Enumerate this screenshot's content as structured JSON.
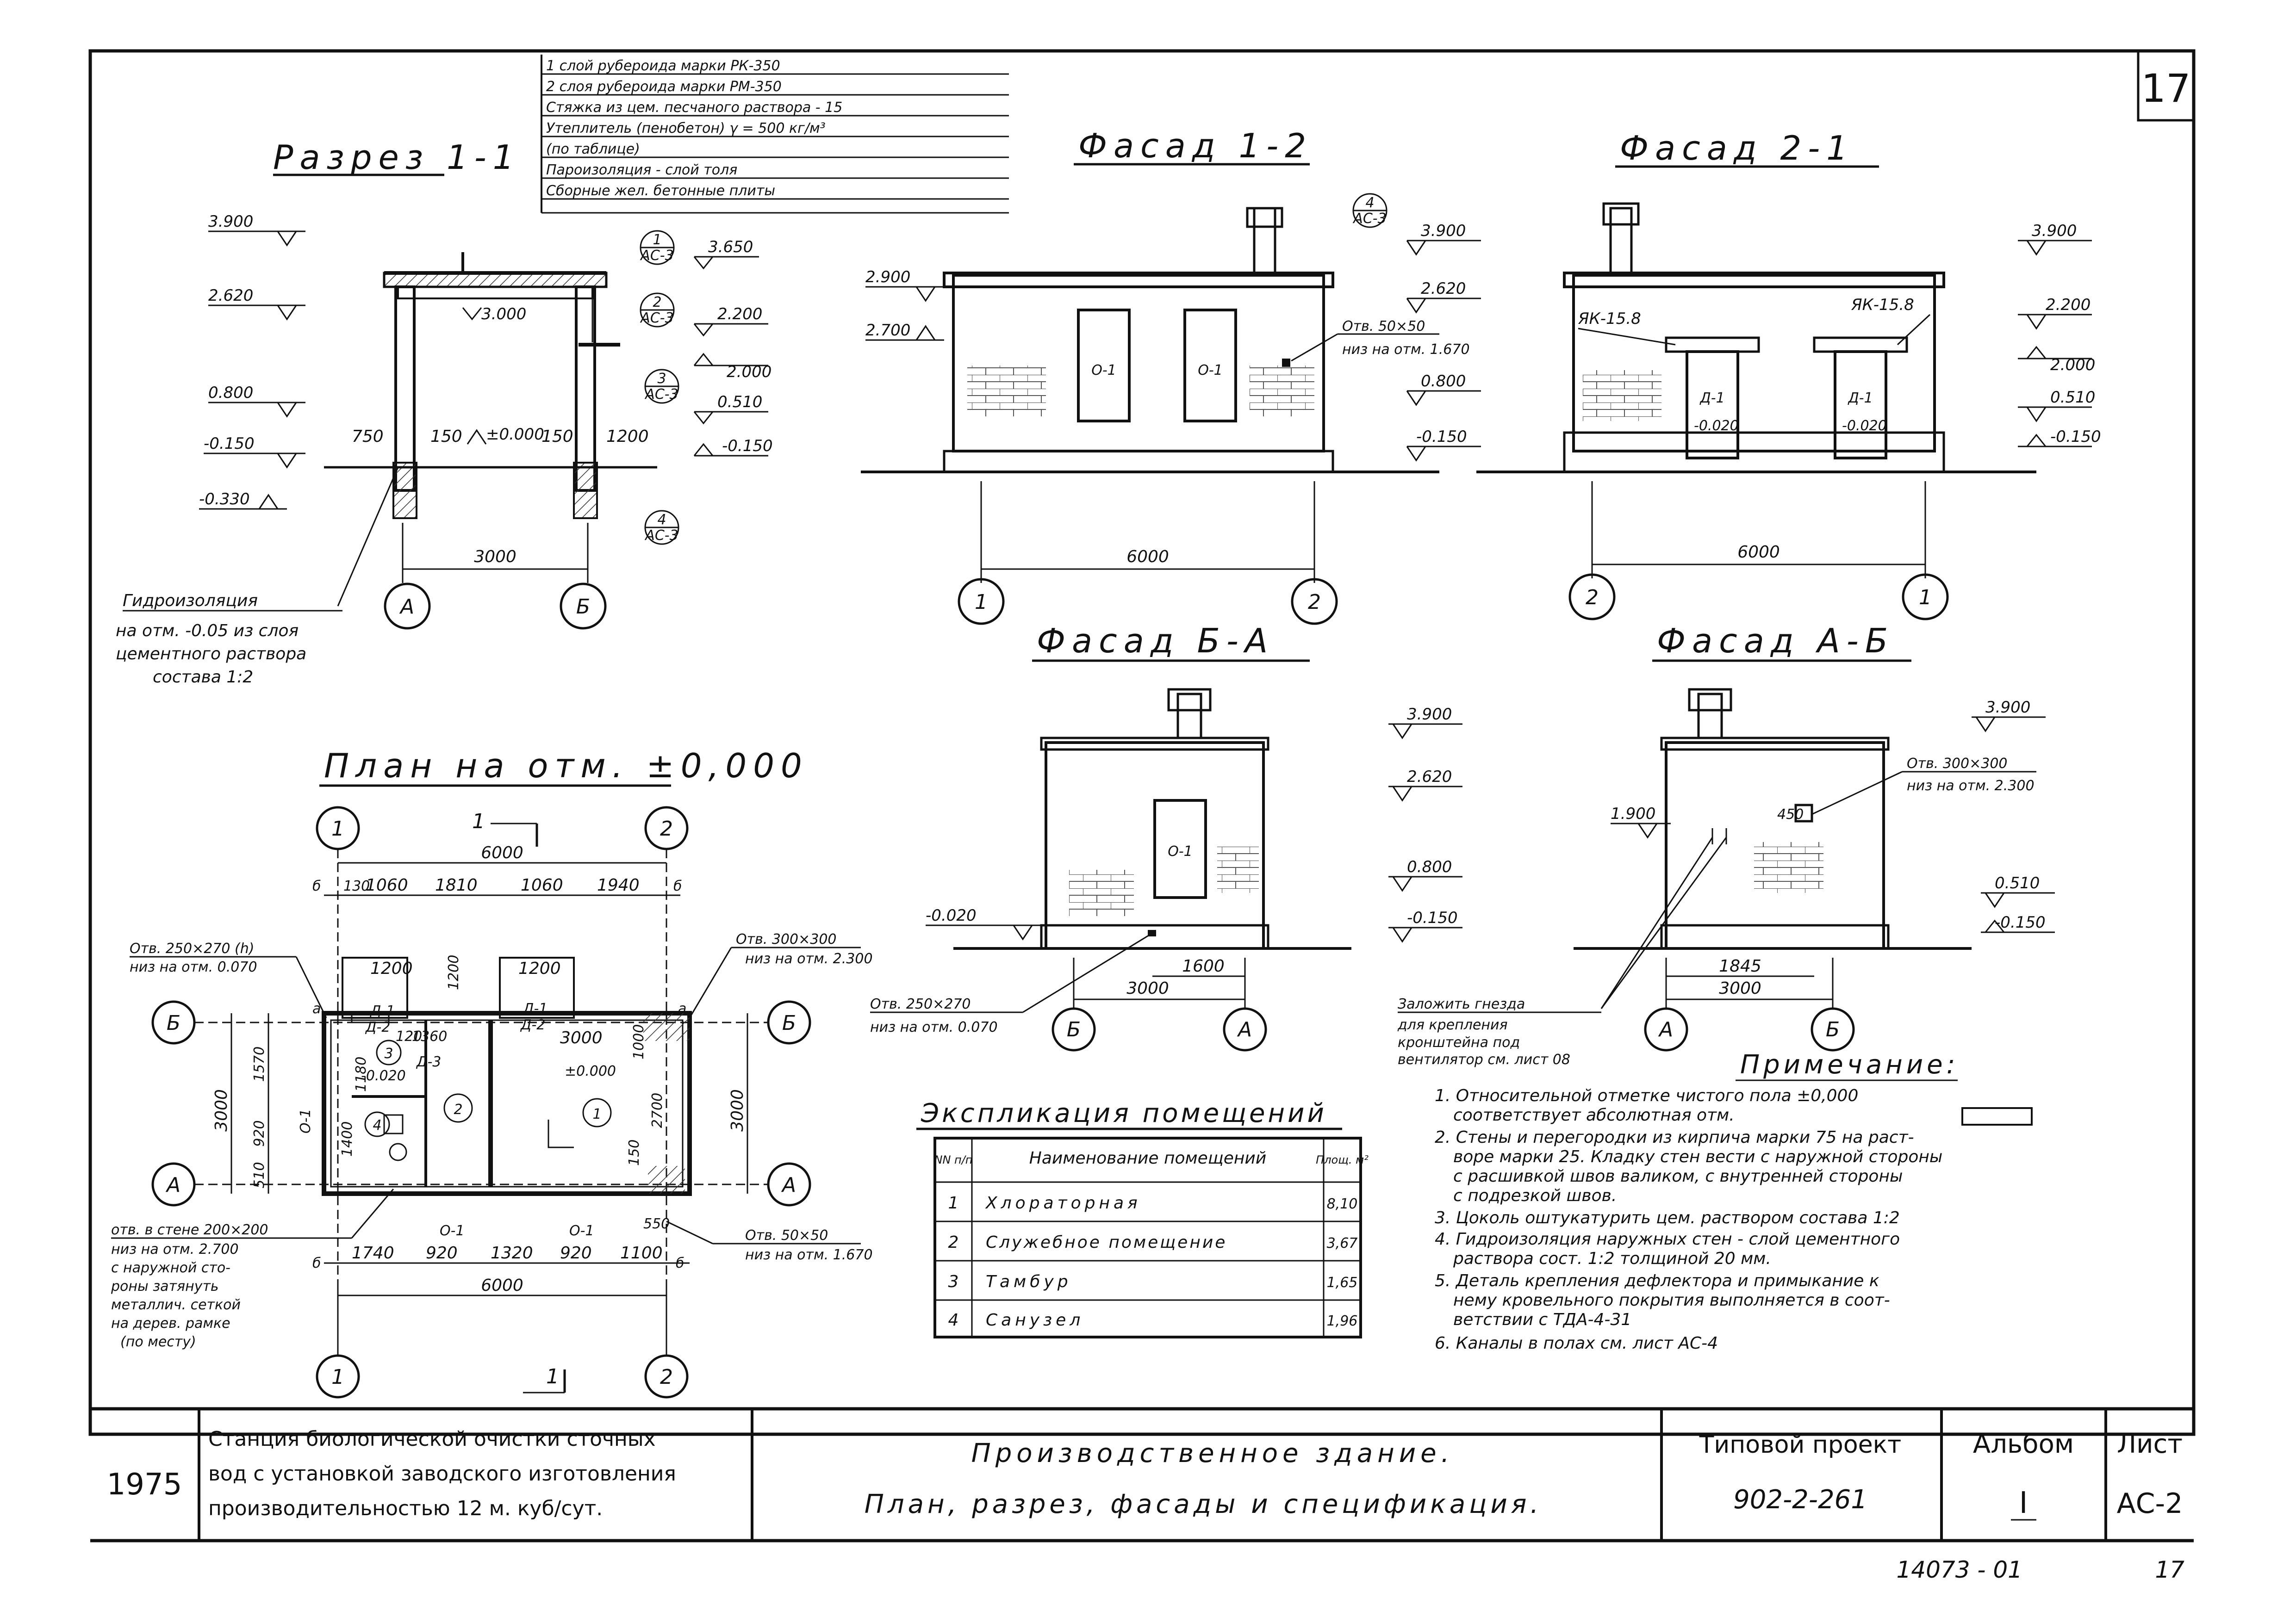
{
  "sheet": {
    "number_top": "17",
    "bottom_code": "14073 - 01",
    "bottom_page": "17"
  },
  "section_1_1": {
    "title": "Разрез 1-1",
    "roof_layers": [
      "1 слой рубероида марки РК-350",
      "2 слоя рубероида марки РМ-350",
      "Стяжка из цем. песчаного раствора - 15",
      "Утеплитель (пенобетон) γ = 500 кг/м³",
      "(по таблице)",
      "Пароизоляция - слой толя",
      "Сборные жел. бетонные плиты"
    ],
    "levels_left": [
      "3.900",
      "2.620",
      "0.800",
      "-0.150",
      "-0.330"
    ],
    "levels_right": [
      "3.650",
      "2.200",
      "2.000",
      "0.510",
      "-0.150"
    ],
    "inner_level": "3.000",
    "floor_level": "±0.000",
    "dims": [
      "750",
      "150",
      "150",
      "1200",
      "3000"
    ],
    "callouts": [
      {
        "num": "1",
        "sheet": "АС-3"
      },
      {
        "num": "2",
        "sheet": "АС-3"
      },
      {
        "num": "3",
        "sheet": "АС-3"
      },
      {
        "num": "4",
        "sheet": "АС-3"
      }
    ],
    "axes": [
      "А",
      "Б"
    ],
    "note_title": "Гидроизоляция",
    "note_lines": [
      "на отм. -0.05 из слоя",
      "цементного раствора",
      "состава 1:2"
    ]
  },
  "facade_1_2": {
    "title": "Фасад 1-2",
    "levels_left": [
      "2.900",
      "2.700"
    ],
    "levels_right": [
      "3.900",
      "2.620",
      "0.800",
      "-0.150"
    ],
    "opening_label": "Отв. 50×50",
    "opening_sub": "низ на отм. 1.670",
    "window_marks": [
      "О-1",
      "О-1"
    ],
    "callout": {
      "num": "4",
      "sheet": "АС-3"
    },
    "dim": "6000",
    "axes": [
      "1",
      "2"
    ]
  },
  "facade_2_1": {
    "title": "Фасад 2-1",
    "lintels": [
      "ЯК-15.8",
      "ЯК-15.8"
    ],
    "door_marks": [
      "Д-1",
      "Д-1"
    ],
    "door_levels": [
      "-0.020",
      "-0.020"
    ],
    "levels_right": [
      "3.900",
      "2.200",
      "2.000",
      "0.510",
      "-0.150"
    ],
    "dim": "6000",
    "axes": [
      "2",
      "1"
    ]
  },
  "facade_b_a": {
    "title": "Фасад Б-А",
    "levels_right": [
      "3.900",
      "2.620",
      "0.800",
      "-0.150"
    ],
    "level_left": "-0.020",
    "window_mark": "О-1",
    "opening_label": "Отв. 250×270",
    "opening_sub": "низ на отм. 0.070",
    "dims": [
      "1600",
      "3000"
    ],
    "axes": [
      "Б",
      "А"
    ]
  },
  "facade_a_b": {
    "title": "Фасад А-Б",
    "levels_right": [
      "3.900",
      "0.510",
      "-0.150"
    ],
    "level_left": "1.900",
    "dim_small": "450",
    "opening_label": "Отв. 300×300",
    "opening_sub": "низ на отм. 2.300",
    "dims": [
      "1845",
      "3000"
    ],
    "axes": [
      "А",
      "Б"
    ],
    "nest_note": [
      "Заложить гнезда",
      "для крепления",
      "кронштейна под",
      "вентилятор см. лист 08"
    ]
  },
  "plan": {
    "title": "План на отм. ±0,000",
    "cut_mark": "1",
    "top_total": "6000",
    "top_dims": [
      "130",
      "1060",
      "1810",
      "1060",
      "1940"
    ],
    "bottom_dims": [
      "1740",
      "920",
      "1320",
      "920",
      "1100"
    ],
    "bottom_total": "6000",
    "left_dims": [
      "1570",
      "920",
      "510"
    ],
    "left_total": "3000",
    "right_total": "3000",
    "right_dim": "2700",
    "inner_dims": [
      "1200",
      "1200",
      "1200",
      "1360",
      "3000",
      "1400",
      "1000",
      "1180",
      "150",
      "120",
      "550"
    ],
    "door_marks": [
      "Д-1",
      "Д-2",
      "Д-1",
      "Д-2",
      "Д-3"
    ],
    "window_marks": [
      "О-1",
      "О-1",
      "О-1"
    ],
    "room_nums": [
      "1",
      "2",
      "3",
      "4"
    ],
    "levels": [
      "±0.000",
      "-0.020"
    ],
    "edge_marks": [
      "б",
      "б",
      "а",
      "б",
      "а",
      "б"
    ],
    "axes_h": [
      "1",
      "2"
    ],
    "axes_v": [
      "Б",
      "А"
    ],
    "notes": [
      {
        "label": "Отв. 250×270 (h)",
        "sub": "низ на отм. 0.070"
      },
      {
        "label": "Отв. 300×300",
        "sub": "низ на отм. 2.300"
      },
      {
        "label": "Отв. 50×50",
        "sub": "низ на отм. 1.670"
      }
    ],
    "wall_note": [
      "отв. в стене 200×200",
      "низ на отм. 2.700",
      "с наружной сто-",
      "роны затянуть",
      "металлич. сеткой",
      "на дерев. рамке",
      "(по месту)"
    ]
  },
  "explication": {
    "title": "Экспликация помещений",
    "headers": [
      "NN п/п",
      "Наименование помещений",
      "Площ. м²"
    ],
    "rows": [
      {
        "n": "1",
        "name": "Хлораторная",
        "area": "8,10"
      },
      {
        "n": "2",
        "name": "Служебное помещение",
        "area": "3,67"
      },
      {
        "n": "3",
        "name": "Тамбур",
        "area": "1,65"
      },
      {
        "n": "4",
        "name": "Санузел",
        "area": "1,96"
      }
    ]
  },
  "notes": {
    "title": "Примечание:",
    "items": [
      "1. Относительной отметке чистого пола ±0,000",
      "соответствует абсолютная отм.",
      "2. Стены и перегородки из кирпича марки 75 на раст-",
      "воре марки 25. Кладку стен вести с наружной стороны",
      "с расшивкой швов валиком, с внутренней стороны",
      "с подрезкой швов.",
      "3. Цоколь оштукатурить цем. раствором состава 1:2",
      "4. Гидроизоляция наружных стен - слой цементного",
      "раствора сост. 1:2 толщиной 20 мм.",
      "5. Деталь крепления дефлектора и примыкание к",
      "нему кровельного покрытия выполняется в соот-",
      "ветствии с ТДА-4-31",
      "6. Каналы в полах см. лист АС-4"
    ]
  },
  "stamp": {
    "year": "1975",
    "org_line1": "Станция биологической очистки сточных",
    "org_line2": "вод с установкой заводского изготовления",
    "org_line3": "производительностью 12 м. куб/сут.",
    "title_line1": "Производственное здание.",
    "title_line2": "План, разрез, фасады и спецификация.",
    "project_label": "Типовой проект",
    "project_num": "902-2-261",
    "album_label": "Альбом",
    "album_num": "I",
    "sheet_label": "Лист",
    "sheet_num": "АС-2"
  }
}
